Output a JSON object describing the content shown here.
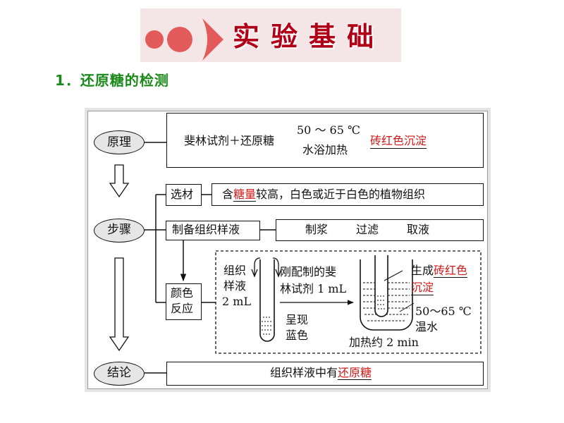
{
  "banner": {
    "title_chars": [
      "实",
      "验",
      "基",
      "础"
    ]
  },
  "section": {
    "number": "1．",
    "title": "还原糖的检测"
  },
  "diagram": {
    "nodes": {
      "principle": "原理",
      "steps": "步骤",
      "conclusion": "结论"
    },
    "principle": {
      "reagents": "斐林试剂＋还原糖",
      "condition_top": "50 ～ 65 ℃",
      "condition_bottom": "水浴加热",
      "product": "砖红色沉淀"
    },
    "steps": {
      "select_label": "选材",
      "select_prefix": "含",
      "select_highlight": "糖量",
      "select_suffix": "较高，白色或近于白色的植物组织",
      "prep_label": "制备组织样液",
      "prep_process": [
        "制浆",
        "过滤",
        "取液"
      ],
      "reaction_label_1": "颜色",
      "reaction_label_2": "反应",
      "sample_1": "组织",
      "sample_2": "样液",
      "sample_3": "2 mL",
      "reagent_1": "刚配制的斐",
      "reagent_2": "林试剂 1 mL",
      "before_1": "呈现",
      "before_2": "蓝色",
      "result_prefix": "生成",
      "result_red_1": "砖红色",
      "result_red_2": "沉淀",
      "temp": "50～65 ℃",
      "bath": "温水",
      "heat_time": "加热约 2 min"
    },
    "conclusion": {
      "prefix": "组织样液中有",
      "highlight": "还原糖"
    }
  }
}
